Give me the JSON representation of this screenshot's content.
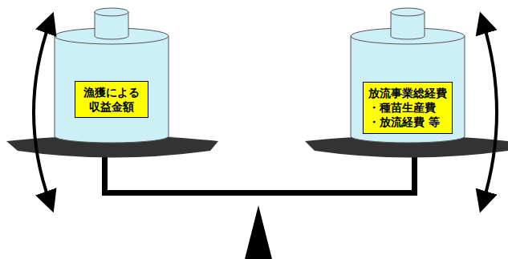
{
  "diagram": {
    "nodes": [
      {
        "text": [
          "漁獲による収益金額"
        ]
      },
      {
        "text": [
          "放流事業総経費",
          "・種苗生産費",
          "・放流経費 等"
        ]
      }
    ]
  }
}
